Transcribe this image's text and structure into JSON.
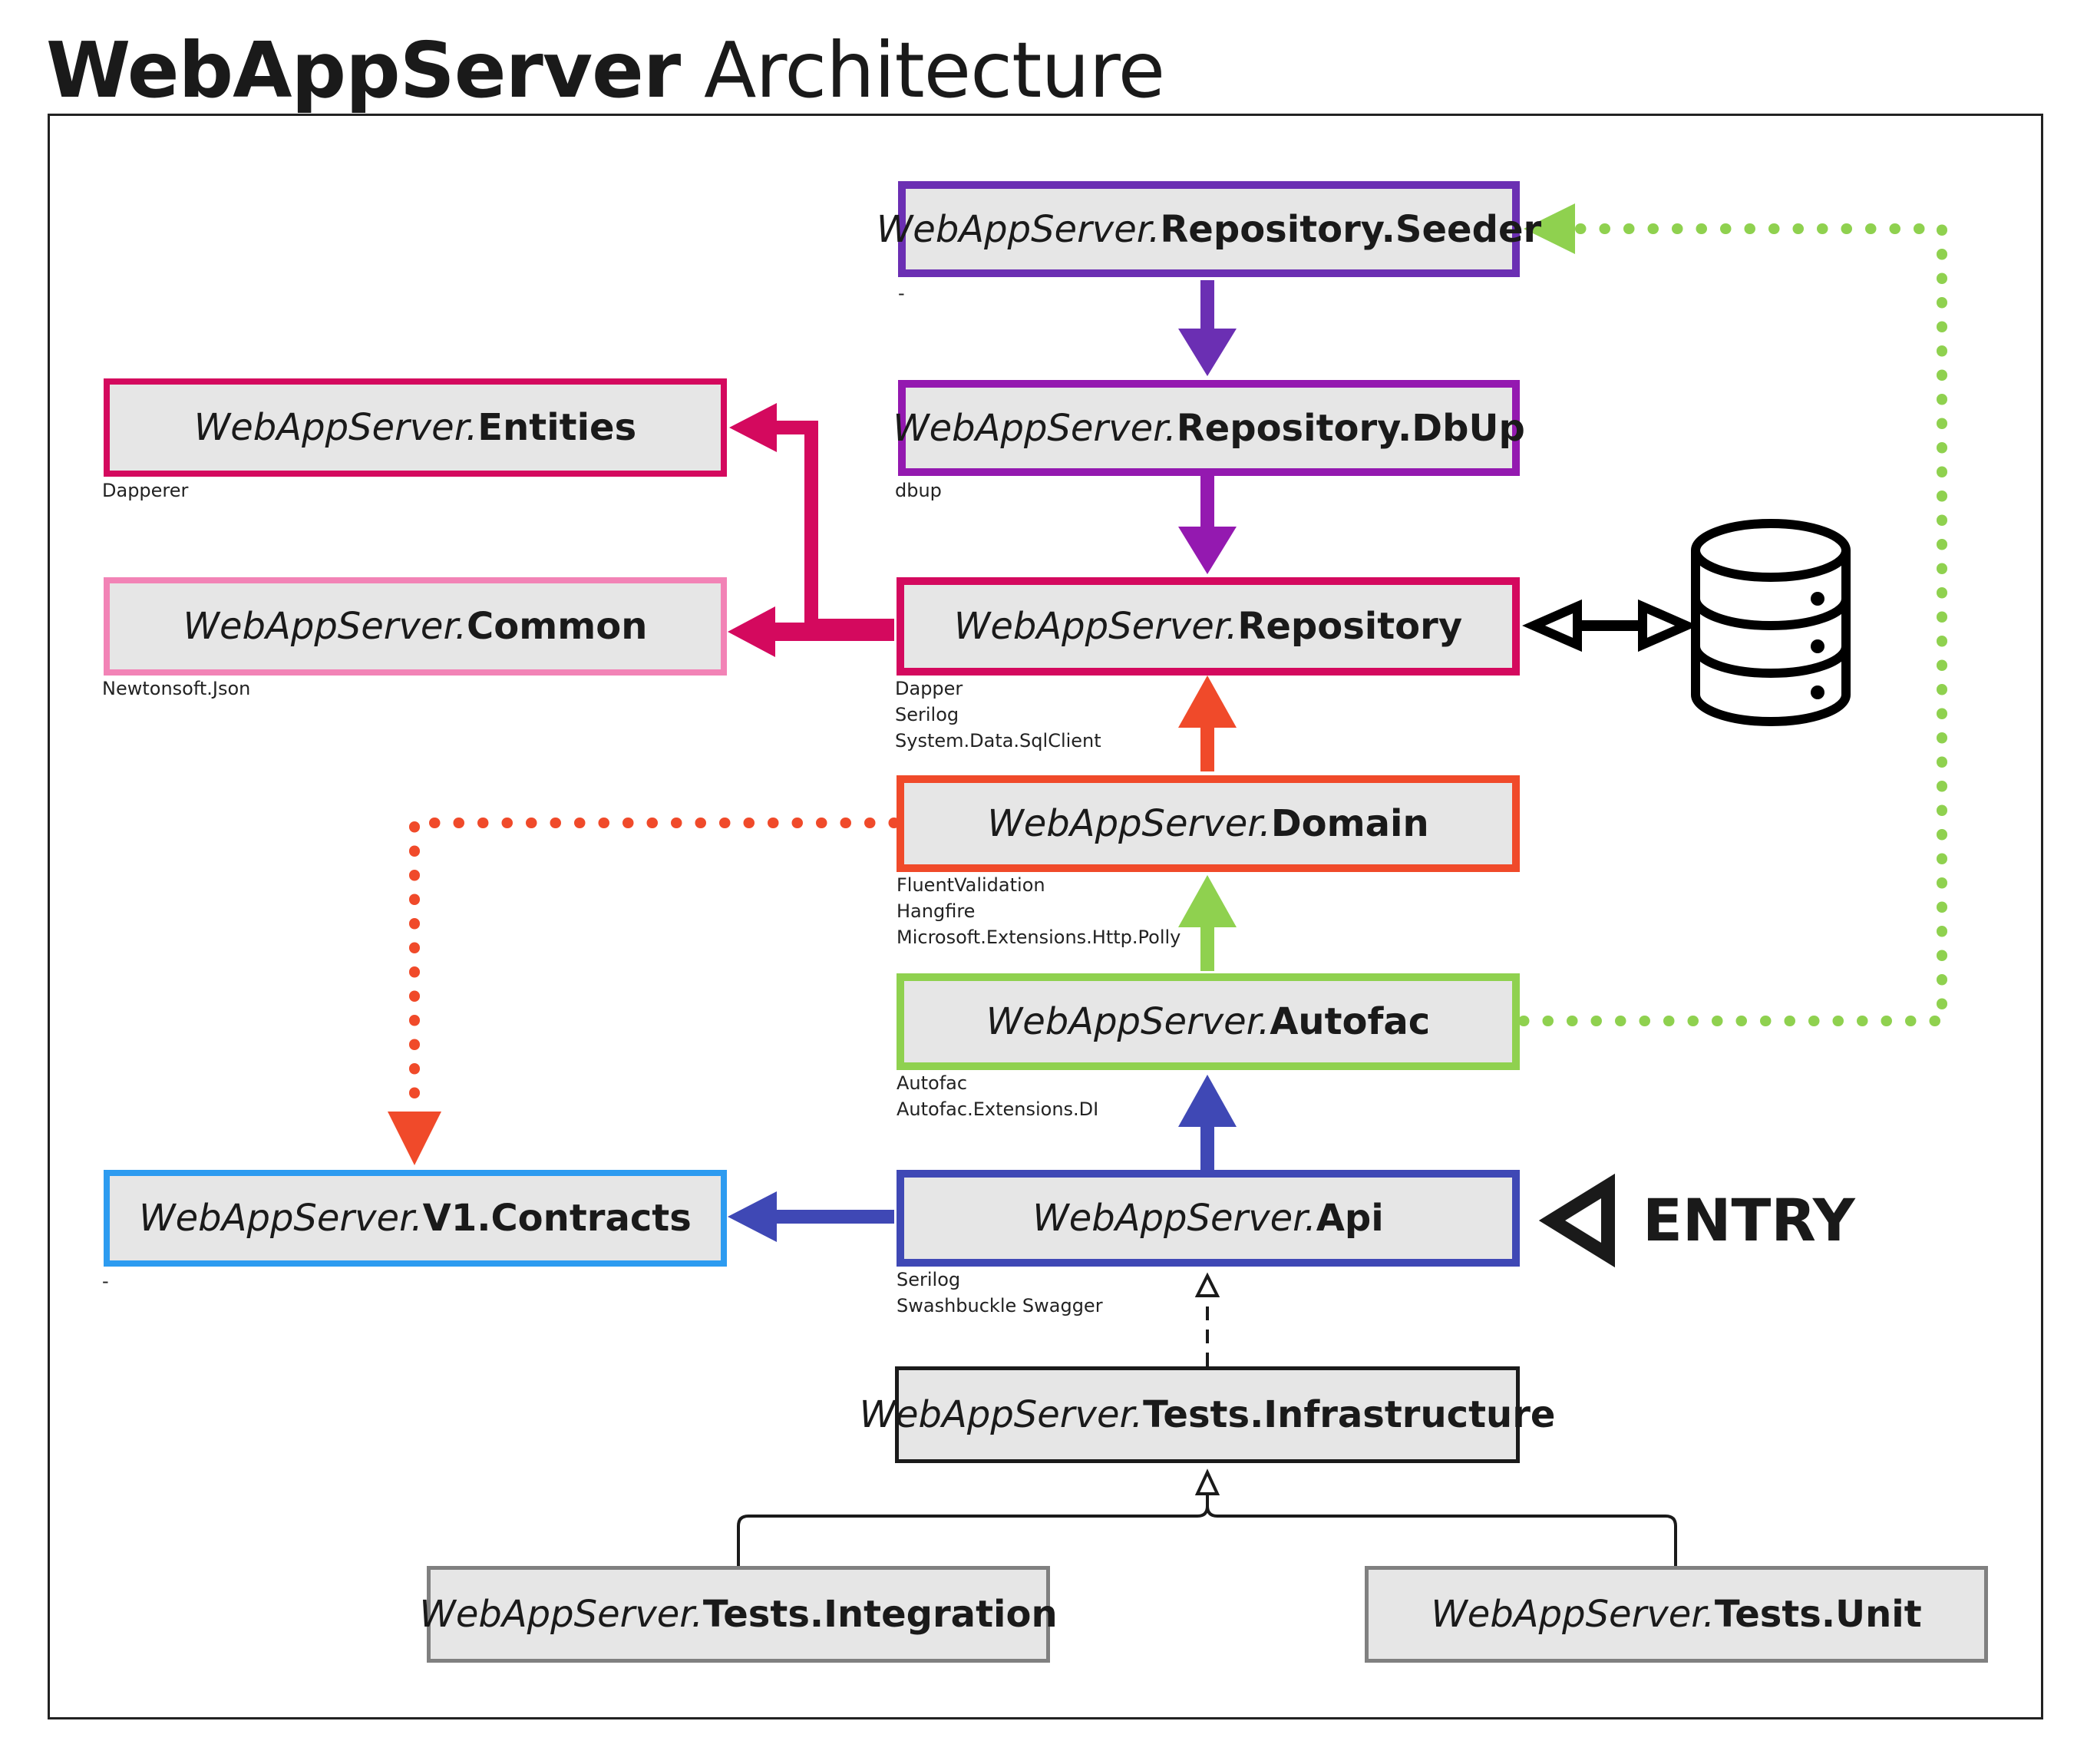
{
  "title": {
    "bold": "WebAppServer",
    "rest": " Architecture"
  },
  "namespace": "WebAppServer.",
  "projects": {
    "seeder": {
      "name": "Repository.Seeder",
      "deps": [
        "-"
      ],
      "color": "#6b2fb3"
    },
    "dbup": {
      "name": "Repository.DbUp",
      "deps": [
        "dbup"
      ],
      "color": "#9419b0"
    },
    "entities": {
      "name": "Entities",
      "deps": [
        "Dapperer"
      ],
      "color": "#d4095e"
    },
    "common": {
      "name": "Common",
      "deps": [
        "Newtonsoft.Json"
      ],
      "color": "#f283b6"
    },
    "repository": {
      "name": "Repository",
      "deps": [
        "Dapper",
        "Serilog",
        "System.Data.SqlClient"
      ],
      "color": "#d4095e"
    },
    "domain": {
      "name": "Domain",
      "deps": [
        "FluentValidation",
        "Hangfire",
        "Microsoft.Extensions.Http.Polly"
      ],
      "color": "#f04a2a"
    },
    "autofac": {
      "name": "Autofac",
      "deps": [
        "Autofac",
        "Autofac.Extensions.DI"
      ],
      "color": "#8fd14f"
    },
    "contracts": {
      "name": "V1.Contracts",
      "deps": [
        "-"
      ],
      "color": "#2d9bf0"
    },
    "api": {
      "name": "Api",
      "deps": [
        "Serilog",
        "Swashbuckle Swagger"
      ],
      "color": "#3f48b5"
    },
    "testsinfra": {
      "name": "Tests.Infrastructure",
      "deps": [],
      "color": "#1a1a1a"
    },
    "testsint": {
      "name": "Tests.Integration",
      "deps": [],
      "color": "#808080"
    },
    "testsunit": {
      "name": "Tests.Unit",
      "deps": [],
      "color": "#808080"
    }
  },
  "entry_label": "ENTRY",
  "icons": {
    "database": "database-icon",
    "entry": "entry-triangle-icon"
  }
}
